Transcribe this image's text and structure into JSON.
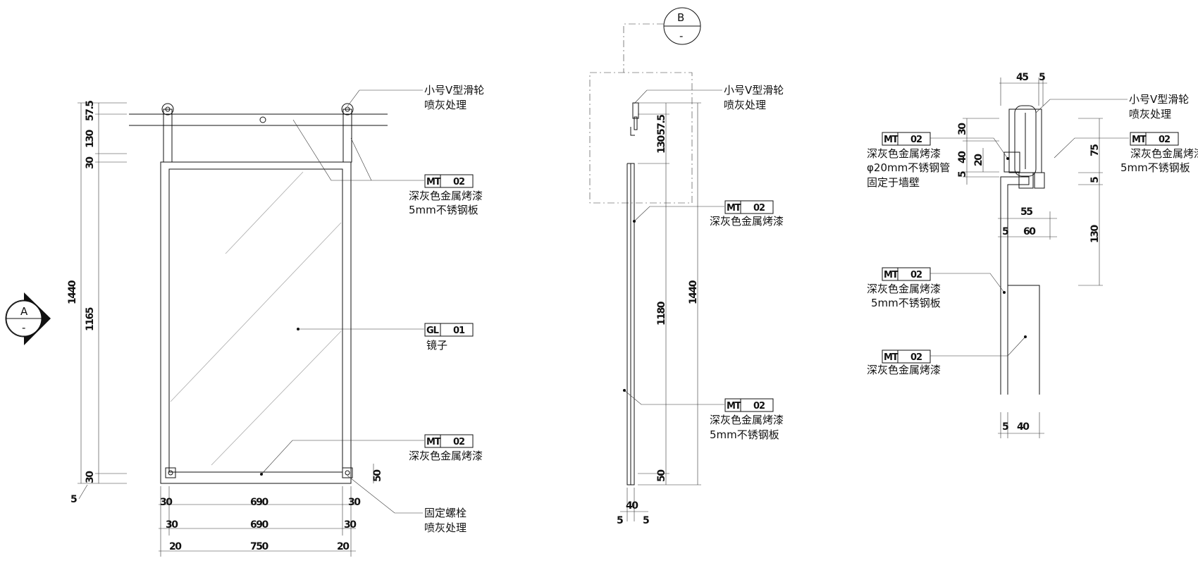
{
  "views": {
    "front": {
      "notes": {
        "pulley": [
          "小号V型滑轮",
          "喷灰处理"
        ],
        "frame_code": [
          "MT",
          "02"
        ],
        "frame": [
          "深灰色金属烤漆",
          "5mm不锈钢板"
        ],
        "mirror_code": [
          "GL",
          "01"
        ],
        "mirror": "镜子",
        "bottom_code": [
          "MT",
          "02"
        ],
        "bottom": "深灰色金属烤漆",
        "bolt": [
          "固定螺栓",
          "喷灰处理"
        ]
      },
      "dims": {
        "overall": "1440",
        "top1": "57.5",
        "top2": "130",
        "top3": "30",
        "body": "1165",
        "bottom": "30",
        "corner": "5",
        "bottom_gap": "50",
        "row1": [
          "30",
          "690",
          "30"
        ],
        "row2": [
          "30",
          "690",
          "30"
        ],
        "row3": [
          "20",
          "750",
          "20"
        ]
      },
      "section_marker": {
        "letter": "A",
        "sub": "-"
      }
    },
    "side": {
      "marker": {
        "letter": "B",
        "sub": "-"
      },
      "notes": {
        "pulley": [
          "小号V型滑轮",
          "喷灰处理"
        ],
        "code1": [
          "MT",
          "02"
        ],
        "note1": "深灰色金属烤漆",
        "code2": [
          "MT",
          "02"
        ],
        "note2": [
          "深灰色金属烤漆",
          "5mm不锈钢板"
        ]
      },
      "dims": {
        "top1": "57.5",
        "top2": "130",
        "inner": "1180",
        "overall": "1440",
        "bottom": "50",
        "thick": "40",
        "left": "5",
        "right": "5"
      }
    },
    "detail": {
      "notes": {
        "pulley": [
          "小号V型滑轮",
          "喷灰处理"
        ],
        "code_left": [
          "MT",
          "02"
        ],
        "left": [
          "深灰色金属烤漆",
          "φ20mm不锈钢管",
          "固定于墙壁"
        ],
        "code_right": [
          "MT",
          "02"
        ],
        "right": [
          "深灰色金属烤漆",
          "5mm不锈钢板"
        ],
        "code_mid": [
          "MT",
          "02"
        ],
        "mid": [
          "深灰色金属烤漆",
          "5mm不锈钢板"
        ],
        "code_low": [
          "MT",
          "02"
        ],
        "low": "深灰色金属烤漆"
      },
      "dims": {
        "top_a": "45",
        "top_b": "5",
        "left_30": "30",
        "left_20": "20",
        "left_5": "5",
        "left_40": "40",
        "right_75": "75",
        "right_5": "5",
        "right_130": "130",
        "mid_55": "55",
        "mid_5": "5",
        "mid_60": "60",
        "bot_5": "5",
        "bot_40": "40"
      }
    }
  },
  "colors": {
    "line": "#111111",
    "mirror_hatch": "#aaaaaa",
    "background": "#ffffff"
  }
}
